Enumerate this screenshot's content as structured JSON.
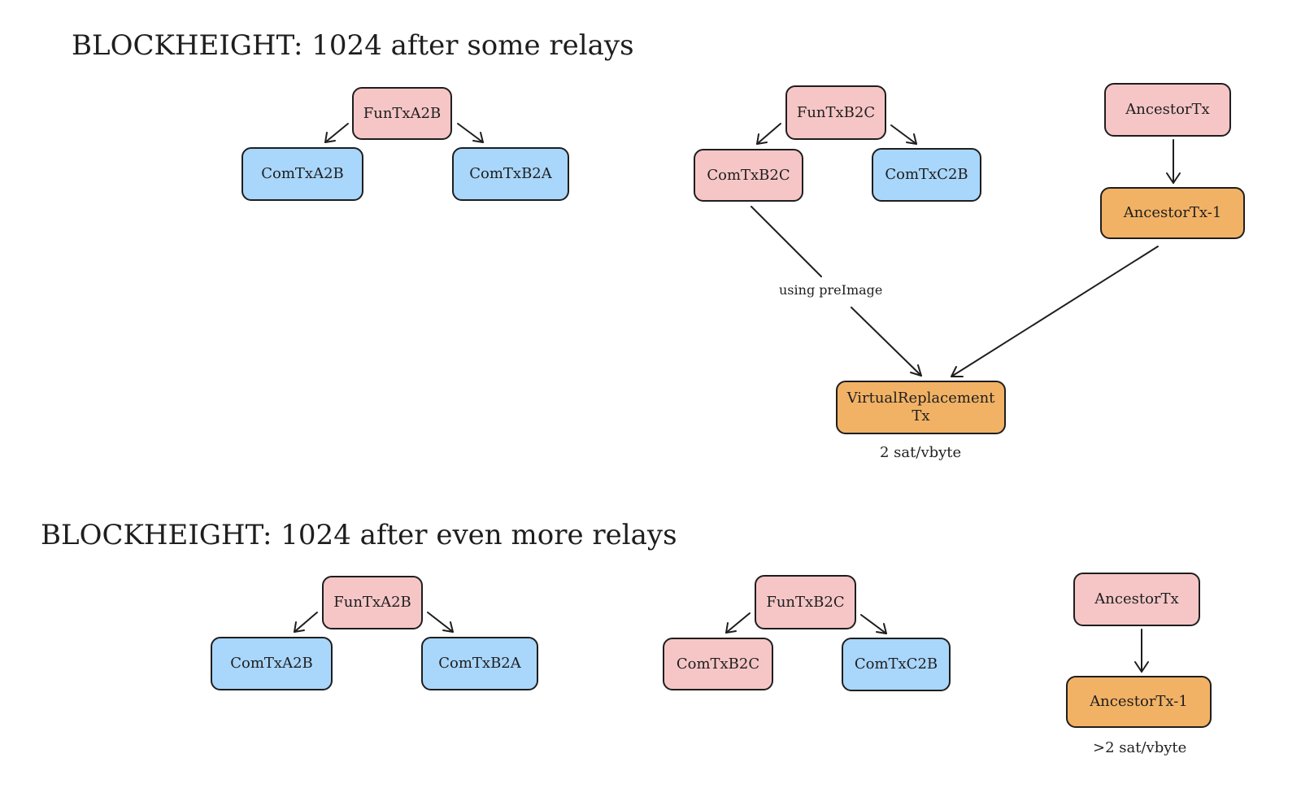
{
  "sections": [
    {
      "heading": "BLOCKHEIGHT: 1024 after some relays",
      "nodes": {
        "funtx_a2b": "FunTxA2B",
        "comtx_a2b": "ComTxA2B",
        "comtx_b2a": "ComTxB2A",
        "funtx_b2c": "FunTxB2C",
        "comtx_b2c": "ComTxB2C",
        "comtx_c2b": "ComTxC2B",
        "ancestor_tx": "AncestorTx",
        "ancestor_tx_1": "AncestorTx-1",
        "virtual_replacement_tx": "VirtualReplacement Tx"
      },
      "edge_label": "using preImage",
      "fee_caption": "2 sat/vbyte"
    },
    {
      "heading": "BLOCKHEIGHT: 1024 after even more relays",
      "nodes": {
        "funtx_a2b": "FunTxA2B",
        "comtx_a2b": "ComTxA2B",
        "comtx_b2a": "ComTxB2A",
        "funtx_b2c": "FunTxB2C",
        "comtx_b2c": "ComTxB2C",
        "comtx_c2b": "ComTxC2B",
        "ancestor_tx": "AncestorTx",
        "ancestor_tx_1": "AncestorTx-1"
      },
      "fee_caption": ">2 sat/vbyte"
    }
  ],
  "colors": {
    "pink": "#f6c6c7",
    "blue": "#a9d6fb",
    "orange": "#f2b265",
    "stroke": "#1e1e1e"
  }
}
